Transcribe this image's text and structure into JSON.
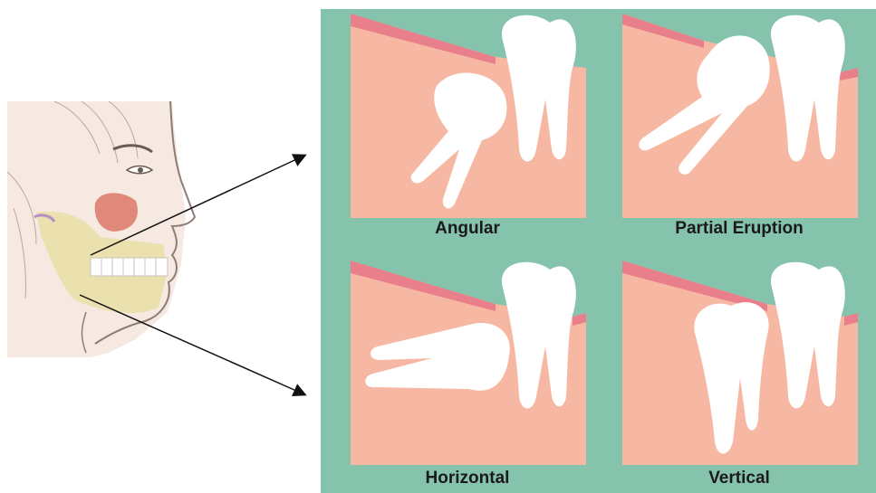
{
  "panels": [
    {
      "label": "Angular"
    },
    {
      "label": "Partial Eruption"
    },
    {
      "label": "Horizontal"
    },
    {
      "label": "Vertical"
    }
  ],
  "colors": {
    "background": "#86c3ad",
    "gum": "#f7b8a3",
    "gum_line": "#ea7f8c",
    "tooth": "#ffffff",
    "label": "#1a1a1a"
  }
}
